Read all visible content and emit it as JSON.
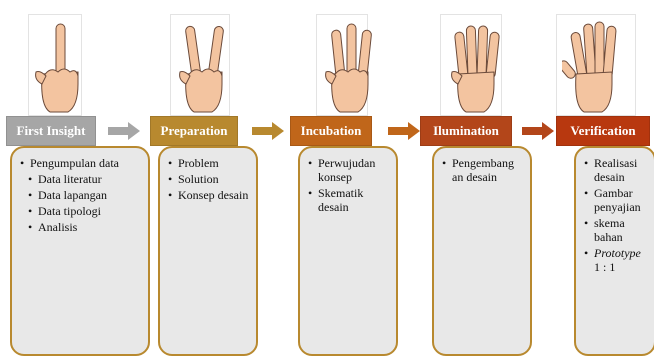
{
  "stages": [
    {
      "label": "First Insight",
      "fingers": 1,
      "color": "#a6a6a6",
      "items": [
        {
          "text": "Pengumpulan data",
          "level": 0,
          "italic": false
        },
        {
          "text": "Data literatur",
          "level": 1,
          "italic": false
        },
        {
          "text": "Data lapangan",
          "level": 1,
          "italic": false
        },
        {
          "text": "Data tipologi",
          "level": 1,
          "italic": false
        },
        {
          "text": "Analisis",
          "level": 1,
          "italic": false
        }
      ]
    },
    {
      "label": "Preparation",
      "fingers": 2,
      "color": "#b8892f",
      "items": [
        {
          "text": "Problem",
          "level": 0,
          "italic": false
        },
        {
          "text": "Solution",
          "level": 0,
          "italic": false
        },
        {
          "text": "Konsep desain",
          "level": 0,
          "italic": false
        }
      ]
    },
    {
      "label": "Incubation",
      "fingers": 3,
      "color": "#c0661a",
      "items": [
        {
          "text": "Perwujudan konsep",
          "level": 0,
          "italic": false
        },
        {
          "text": "Skematik desain",
          "level": 0,
          "italic": false
        }
      ]
    },
    {
      "label": "Ilumination",
      "fingers": 4,
      "color": "#b3461a",
      "items": [
        {
          "text": "Pengembang an desain",
          "level": 0,
          "italic": false
        }
      ]
    },
    {
      "label": "Verification",
      "fingers": 5,
      "color": "#b8380f",
      "items": [
        {
          "text": "Realisasi desain",
          "level": 0,
          "italic": false
        },
        {
          "text": "Gambar penyajian",
          "level": 0,
          "italic": false
        },
        {
          "text": "skema bahan",
          "level": 0,
          "italic": false
        },
        {
          "text": "Prototype 1 : 1",
          "level": 0,
          "italic": true
        }
      ]
    }
  ],
  "arrow_colors": [
    "#a6a6a6",
    "#b8892f",
    "#c0661a",
    "#b3461a"
  ],
  "box_fill": "#e8e8e8",
  "box_border": "#b8892f",
  "skin_color": "#f3c4a0"
}
